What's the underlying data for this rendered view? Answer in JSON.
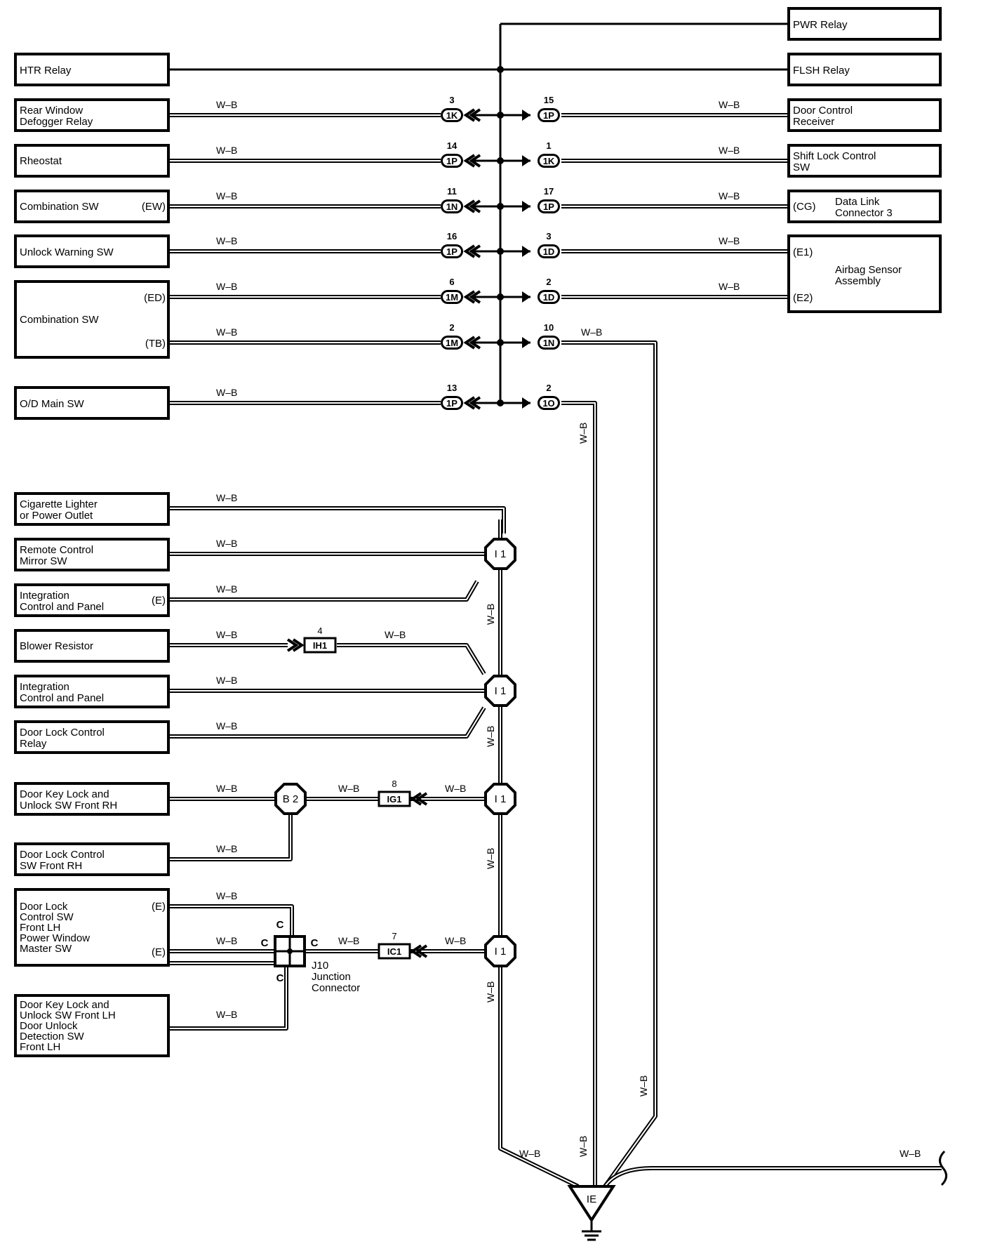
{
  "wire_color": "W–B",
  "boxes": {
    "pwr_relay": [
      "PWR Relay"
    ],
    "flsh_relay": [
      "FLSH Relay"
    ],
    "htr_relay": [
      "HTR Relay"
    ],
    "rear_defogger": [
      "Rear Window",
      "Defogger Relay"
    ],
    "door_control_receiver": [
      "Door Control",
      "Receiver"
    ],
    "rheostat": [
      "Rheostat"
    ],
    "shift_lock": [
      "Shift Lock Control",
      "SW"
    ],
    "combination_sw_1": [
      "Combination SW"
    ],
    "data_link": [
      "Data Link",
      "Connector 3"
    ],
    "unlock_warning": [
      "Unlock Warning SW"
    ],
    "airbag": [
      "Airbag Sensor",
      "Assembly"
    ],
    "combination_sw_2": [
      "Combination SW"
    ],
    "od_main": [
      "O/D Main SW"
    ],
    "cigarette": [
      "Cigarette Lighter",
      "or Power Outlet"
    ],
    "remote_mirror": [
      "Remote Control",
      "Mirror SW"
    ],
    "integration_1": [
      "Integration",
      "Control and Panel"
    ],
    "blower": [
      "Blower Resistor"
    ],
    "integration_2": [
      "Integration",
      "Control and Panel"
    ],
    "door_lock_relay": [
      "Door Lock Control",
      "Relay"
    ],
    "door_key_rh": [
      "Door Key Lock and",
      "Unlock SW Front RH"
    ],
    "door_lock_sw_rh": [
      "Door Lock Control",
      "SW Front RH"
    ],
    "door_lock_lh": [
      "Door Lock",
      "Control SW",
      "Front LH",
      "Power Window",
      "Master SW"
    ],
    "door_key_lh": [
      "Door Key Lock and",
      "Unlock SW Front LH",
      "Door Unlock",
      "Detection SW",
      "Front LH"
    ]
  },
  "terminals": {
    "ew": "(EW)",
    "cg": "(CG)",
    "e1": "(E1)",
    "e2": "(E2)",
    "ed": "(ED)",
    "tb": "(TB)",
    "e_integration": "(E)",
    "e_lh_top": "(E)",
    "e_lh_bottom": "(E)"
  },
  "connectors_left": [
    {
      "pin": "3",
      "id": "1K"
    },
    {
      "pin": "14",
      "id": "1P"
    },
    {
      "pin": "11",
      "id": "1N"
    },
    {
      "pin": "16",
      "id": "1P"
    },
    {
      "pin": "6",
      "id": "1M"
    },
    {
      "pin": "2",
      "id": "1M"
    },
    {
      "pin": "13",
      "id": "1P"
    }
  ],
  "connectors_right": [
    {
      "pin": "15",
      "id": "1P"
    },
    {
      "pin": "1",
      "id": "1K"
    },
    {
      "pin": "17",
      "id": "1P"
    },
    {
      "pin": "3",
      "id": "1D"
    },
    {
      "pin": "2",
      "id": "1D"
    },
    {
      "pin": "10",
      "id": "1N"
    },
    {
      "pin": "2",
      "id": "1O"
    }
  ],
  "inline_connectors": {
    "ih1": {
      "pin": "4",
      "id": "IH1"
    },
    "ig1": {
      "pin": "8",
      "id": "IG1"
    },
    "ic1": {
      "pin": "7",
      "id": "IC1"
    }
  },
  "splices": {
    "i1": "I 1",
    "b2": "B 2"
  },
  "junction": {
    "pin": "C",
    "name": [
      "J10",
      "Junction",
      "Connector"
    ]
  },
  "ground": "IE"
}
